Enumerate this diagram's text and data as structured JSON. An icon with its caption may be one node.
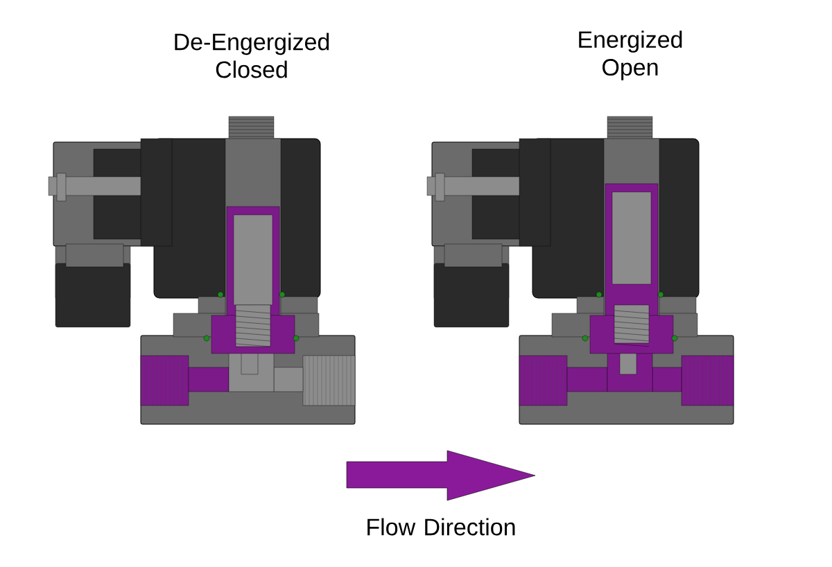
{
  "diagram": {
    "labels": [
      "De-Engergized Closed",
      "Energized Open",
      "Flow Direction"
    ]
  }
}
